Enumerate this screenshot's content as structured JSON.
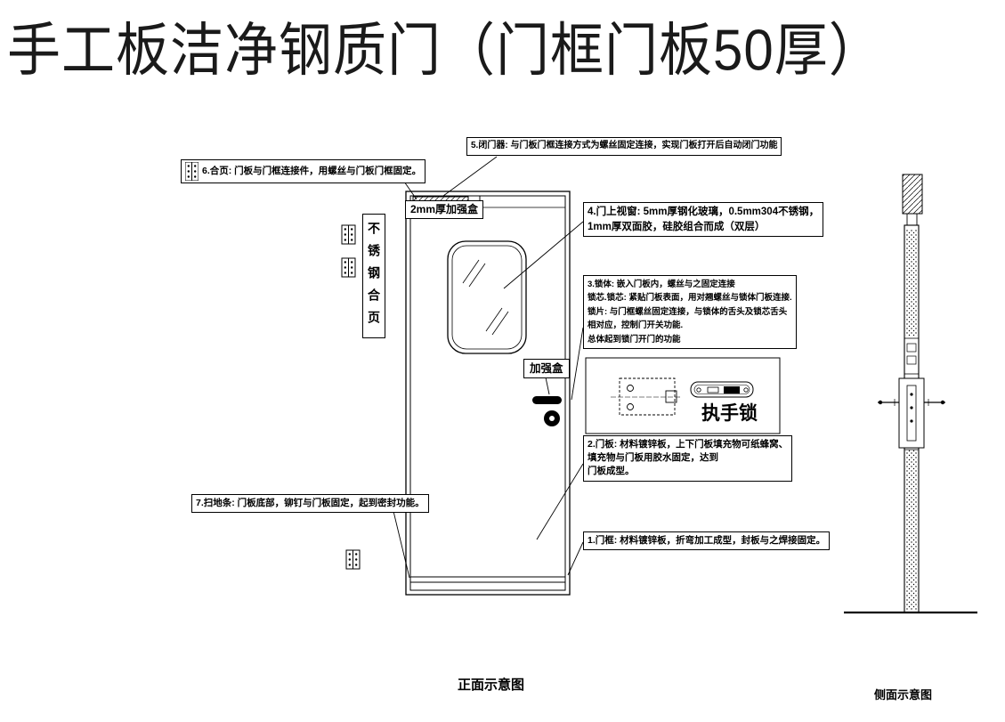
{
  "title": "手工板洁净钢质门（门框门板50厚）",
  "labels": {
    "closer": "5.闭门器: 与门板门框连接方式为螺丝固定连接，实现门板打开后自动闭门功能",
    "hinge": "6.合页: 门板与门框连接件，用螺丝与门板门框固定。",
    "reinforce_top": "2mm厚加强盒",
    "window_l1": "4.门上视窗: 5mm厚钢化玻璃，0.5mm304不锈钢，",
    "window_l2": "1mm厚双面胶，硅胶组合而成（双层）",
    "lock_l1": "3.锁体: 嵌入门板内，螺丝与之固定连接",
    "lock_l2": "锁芯.锁芯: 紧贴门板表面，用对翘螺丝与锁体门板连接.",
    "lock_l3": "锁片: 与门框螺丝固定连接，与锁体的舌头及锁芯舌头",
    "lock_l4": "相对应，控制门开关功能.",
    "lock_l5": "总体起到锁门开门的功能",
    "handle_lock": "执手锁",
    "reinforce_mid": "加强盒",
    "panel_l1": "2.门板: 材料镀锌板，上下门板填充物可纸蜂窝、",
    "panel_l2": "填充物与门板用胶水固定，达到",
    "panel_l3": "门板成型。",
    "sweep": "7.扫地条: 门板底部，铆钉与门板固定，起到密封功能。",
    "frame": "1.门框: 材料镀锌板，折弯加工成型，封板与之焊接固定。",
    "hinge_vertical": "不锈钢合页"
  },
  "footer": {
    "front": "正面示意图",
    "side": "侧面示意图"
  }
}
